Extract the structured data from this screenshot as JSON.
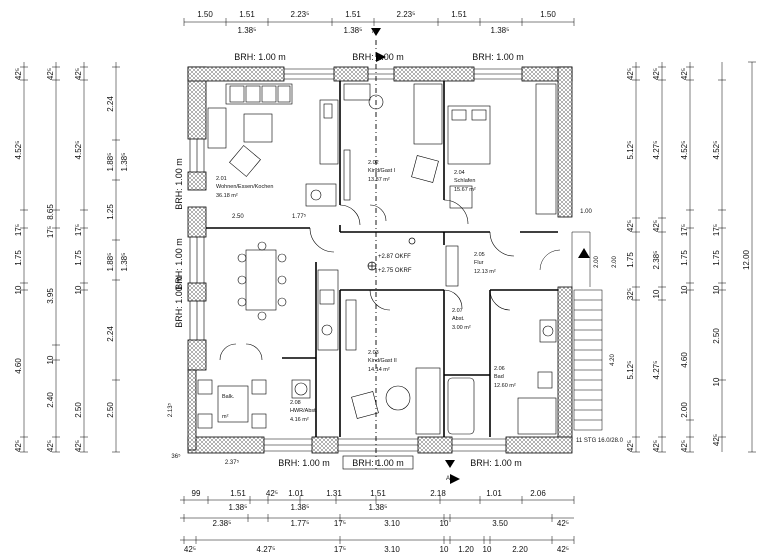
{
  "plan": {
    "dims_top": [
      "1.50",
      "1.51",
      "2.23⁵",
      "1.51",
      "2.23⁵",
      "1.51",
      "1.50"
    ],
    "dims_top_sub": [
      "1.38⁵",
      "1.38⁵",
      "1.38⁵"
    ],
    "dims_bottom_row1": [
      "99",
      "1.51",
      "42⁵",
      "1.01",
      "1.31",
      "1.51",
      "2.18",
      "1.01",
      "2.06"
    ],
    "dims_bottom_row1_sub": [
      "1.38⁵",
      "1.38⁵",
      "1.38⁵"
    ],
    "dims_bottom_row2": [
      "2.38⁵",
      "1.77⁵",
      "17⁵",
      "3.10",
      "10",
      "3.50",
      "42⁵"
    ],
    "dims_bottom_row3": [
      "42⁵",
      "4.27⁵",
      "17⁵",
      "3.10",
      "10",
      "1.20",
      "10",
      "2.20",
      "42⁵"
    ],
    "dims_left_col1": [
      "42⁵",
      "4.52⁵",
      "17⁵",
      "1.75",
      "10",
      "4.60",
      "42⁵"
    ],
    "dims_left_col2": [
      "42⁵",
      "8.65",
      "17⁵",
      "3.95",
      "10",
      "2.40",
      "42⁵"
    ],
    "dims_left_col3": [
      "42⁵",
      "4.52⁵",
      "17⁵",
      "1.75",
      "10",
      "2.50",
      "42⁵"
    ],
    "dims_left_col4": [
      "2.24",
      "1.88⁵",
      "1.25",
      "1.88⁵",
      "2.24",
      "2.50"
    ],
    "dims_left_col4_sub": [
      "1.38⁵",
      "1.38⁵"
    ],
    "dims_right_col1": [
      "42⁵",
      "5.12⁵",
      "42⁵",
      "1.75",
      "32⁵",
      "5.12⁵",
      "42⁵"
    ],
    "dims_right_col2": [
      "42⁵",
      "4.27⁵",
      "42⁵",
      "2.38⁵",
      "10",
      "4.27⁵",
      "42⁵"
    ],
    "dims_right_col3": [
      "42⁵",
      "4.52⁵",
      "17⁵",
      "1.75",
      "10",
      "4.60",
      "2.00",
      "42⁵"
    ],
    "dims_right_col4": [
      "4.52⁵",
      "17⁵",
      "1.75",
      "10",
      "2.50",
      "10",
      "42⁵"
    ],
    "dims_right_total": "12.00",
    "dims_misc": [
      "1.00",
      "2.00",
      "4.20",
      "2.13⁵",
      "36⁵",
      "2.37⁵",
      "2.00"
    ],
    "brh_top": [
      "BRH: 1.00 m",
      "BRH: 1.00 m",
      "BRH: 1.00 m"
    ],
    "brh_bottom": [
      "BRH: 1.00 m",
      "BRH: 1.00 m",
      "BRH: 1.00 m"
    ],
    "brh_left": [
      "BRH: 1.00 m",
      "BRH: 1.00 m",
      "BRH: 1.00 m"
    ],
    "rooms": [
      {
        "number": "2.01",
        "name": "Wohnen/Essen/Kochen",
        "area": "36.18 m²"
      },
      {
        "number": "2.02",
        "name": "Kind/Gast I",
        "area": "13.87 m²"
      },
      {
        "number": "2.04",
        "name": "Schlafen",
        "area": "15.67 m²"
      },
      {
        "number": "2.05",
        "name": "Flur",
        "area": "12.13 m²"
      },
      {
        "number": "2.07",
        "name": "Abst.",
        "area": "3.00 m²"
      },
      {
        "number": "2.03",
        "name": "Kind/Gast II",
        "area": "14.14 m²"
      },
      {
        "number": "2.06",
        "name": "Bad",
        "area": "12.60 m²"
      },
      {
        "number": "2.08",
        "name": "HWR/Abst.",
        "area": "4.16 m²"
      }
    ],
    "balcony": {
      "line1": "Balk.",
      "line2": "m²"
    },
    "levels": [
      "+2.87 OKFF",
      "+2.75 OKRF"
    ],
    "inside_dims": [
      "2.50",
      "1.77⁵"
    ],
    "stair_label": "11 STG 16.0/28.0",
    "section_mark": "A"
  }
}
